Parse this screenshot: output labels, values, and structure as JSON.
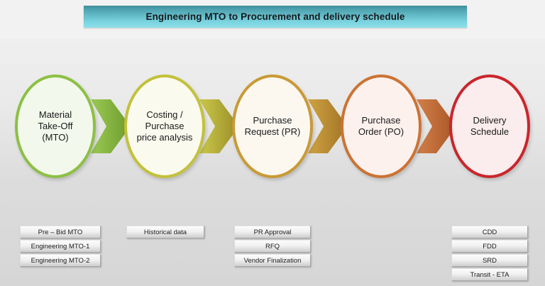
{
  "header": {
    "title": "Engineering MTO to Procurement and delivery schedule",
    "banner_gradient_top": "#3f8f9b",
    "banner_gradient_bottom": "#8ee0ea",
    "title_color": "#16191c"
  },
  "process": {
    "nodes": [
      {
        "id": "material-take-off",
        "label": "Material\nTake-Off\n(MTO)",
        "border_color": "#8cc044",
        "fill_color": "#f3f8ec"
      },
      {
        "id": "costing",
        "label": "Costing /\nPurchase\nprice analysis",
        "border_color": "#c3c13a",
        "fill_color": "#fbfaee"
      },
      {
        "id": "purchase-request",
        "label": "Purchase\nRequest (PR)",
        "border_color": "#c99a36",
        "fill_color": "#fcf8f0"
      },
      {
        "id": "purchase-order",
        "label": "Purchase\nOrder (PO)",
        "border_color": "#cc7334",
        "fill_color": "#fdf1ed"
      },
      {
        "id": "delivery-schedule",
        "label": "Delivery\nSchedule",
        "border_color": "#c9262c",
        "fill_color": "#fbeced"
      }
    ],
    "arrows": [
      {
        "id": "arrow-mto-to-costing",
        "color_from": "#8cc044",
        "color_to": "#6fa030"
      },
      {
        "id": "arrow-costing-to-pr",
        "color_from": "#c3c13a",
        "color_to": "#9d8f2c"
      },
      {
        "id": "arrow-pr-to-po",
        "color_from": "#c99a36",
        "color_to": "#a57a27"
      },
      {
        "id": "arrow-po-to-delivery",
        "color_from": "#cc7334",
        "color_to": "#a85526"
      }
    ]
  },
  "deliverables": {
    "groups": [
      {
        "id": "mto-deliverables",
        "items": [
          "Pre – Bid MTO",
          "Engineering MTO-1",
          "Engineering MTO-2"
        ]
      },
      {
        "id": "costing-deliverables",
        "items": [
          "Historical data"
        ]
      },
      {
        "id": "pr-deliverables",
        "items": [
          "PR Approval",
          "RFQ",
          "Vendor Finalization"
        ]
      },
      {
        "id": "delivery-deliverables",
        "items": [
          "CDD",
          "FDD",
          "SRD",
          "Transit - ETA"
        ]
      }
    ]
  },
  "chart_data": {
    "type": "diagram",
    "title": "Engineering MTO to Procurement and delivery schedule",
    "stages": [
      {
        "name": "Material Take-Off (MTO)",
        "order": 1,
        "outputs": [
          "Pre – Bid MTO",
          "Engineering MTO-1",
          "Engineering MTO-2"
        ]
      },
      {
        "name": "Costing / Purchase price analysis",
        "order": 2,
        "outputs": [
          "Historical data"
        ]
      },
      {
        "name": "Purchase Request (PR)",
        "order": 3,
        "outputs": [
          "PR Approval",
          "RFQ",
          "Vendor Finalization"
        ]
      },
      {
        "name": "Purchase Order (PO)",
        "order": 4,
        "outputs": []
      },
      {
        "name": "Delivery Schedule",
        "order": 5,
        "outputs": [
          "CDD",
          "FDD",
          "SRD",
          "Transit - ETA"
        ]
      }
    ]
  }
}
